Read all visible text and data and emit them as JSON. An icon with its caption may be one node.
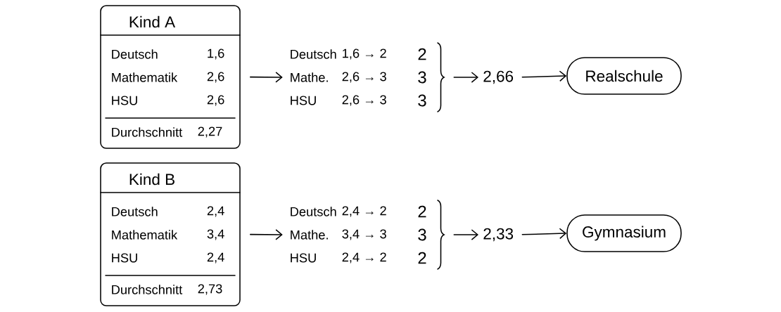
{
  "diagram": {
    "nodes": [
      {
        "text": [
          "Kind A",
          "Deutsch",
          "1,6",
          "Mathematik",
          "2,6",
          "HSU",
          "2,6",
          "Durchschnitt",
          "2,27"
        ]
      },
      {
        "text": [
          "Deutsch",
          "1,6 → 2",
          "2",
          "Mathe.",
          "2,6 → 3",
          "3",
          "HSU",
          "2,6 → 3",
          "3"
        ]
      },
      {
        "text": [
          "2,66"
        ]
      },
      {
        "text": [
          "Realschule"
        ]
      },
      {
        "text": [
          "Kind B",
          "Deutsch",
          "2,4",
          "Mathematik",
          "3,4",
          "HSU",
          "2,4",
          "Durchschnitt",
          "2,73"
        ]
      },
      {
        "text": [
          "Deutsch",
          "2,4 → 2",
          "2",
          "Mathe.",
          "3,4 → 3",
          "3",
          "HSU",
          "2,4 → 2",
          "2"
        ]
      },
      {
        "text": [
          "2,33"
        ]
      },
      {
        "text": [
          "Gymnasium"
        ]
      }
    ],
    "edges": [
      {
        "from": 0,
        "to": 1,
        "arrow": "to"
      },
      {
        "from": 1,
        "to": 2,
        "arrow": "to"
      },
      {
        "from": 2,
        "to": 3,
        "arrow": "to"
      },
      {
        "from": 4,
        "to": 5,
        "arrow": "to"
      },
      {
        "from": 5,
        "to": 6,
        "arrow": "to"
      },
      {
        "from": 6,
        "to": 7,
        "arrow": "to"
      }
    ]
  }
}
